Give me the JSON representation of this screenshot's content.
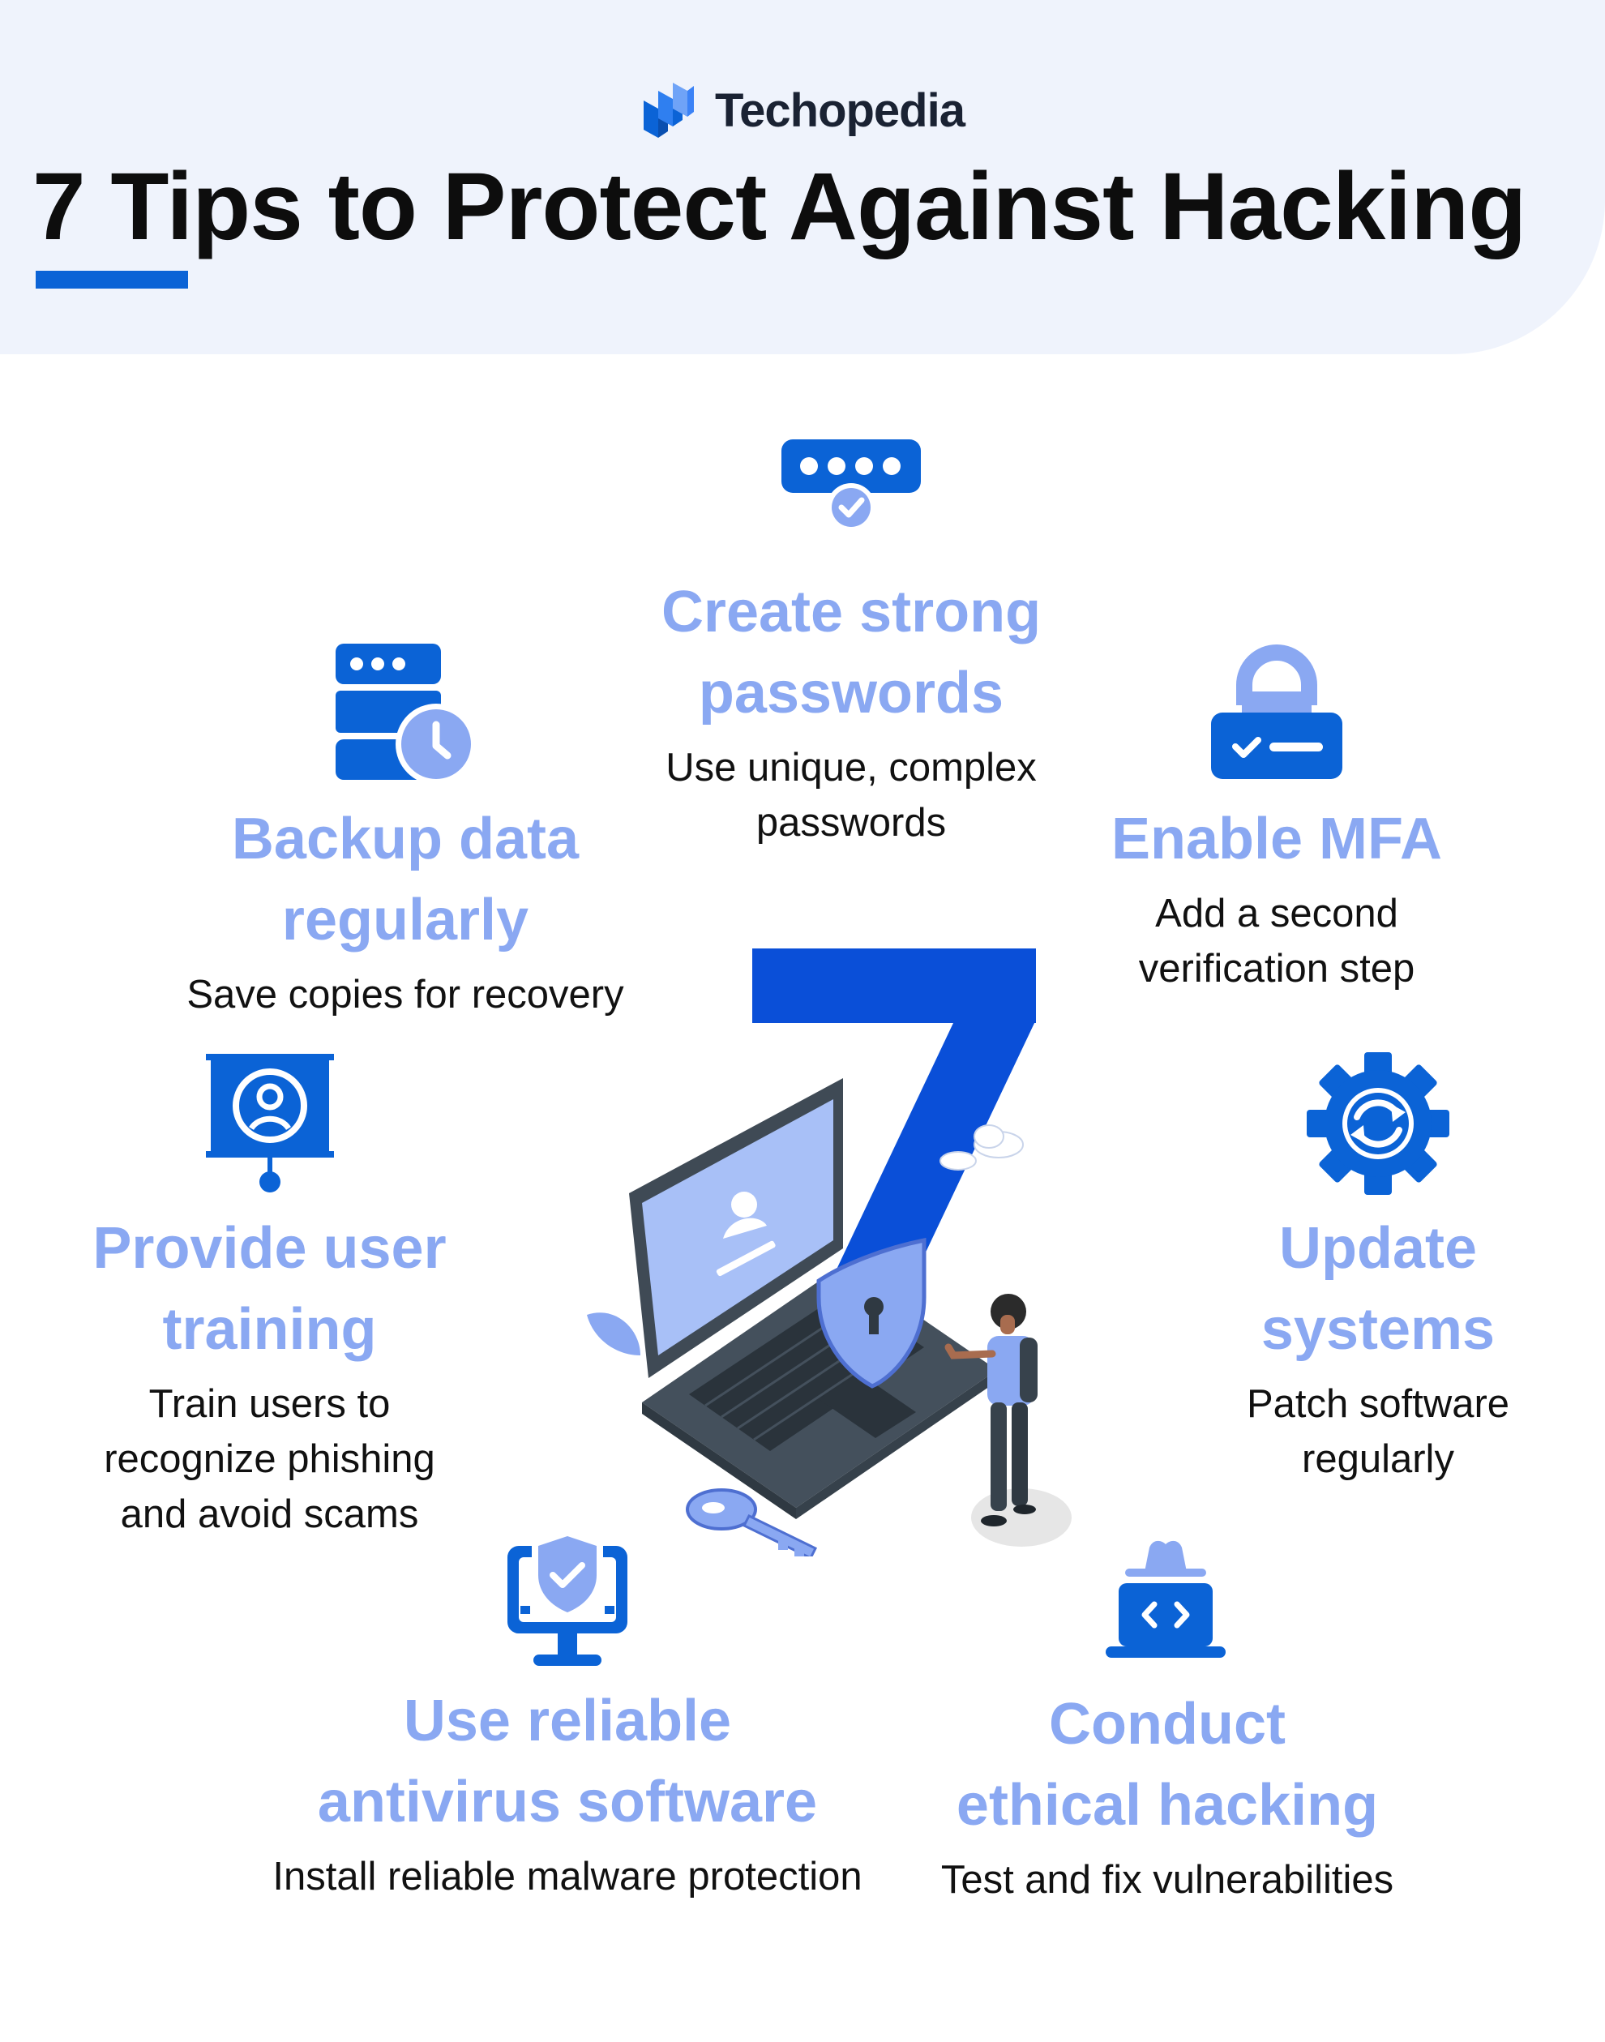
{
  "header": {
    "brand_name": "Techopedia",
    "title": "7 Tips to Protect Against Hacking"
  },
  "colors": {
    "accent_blue": "#0b63d6",
    "light_blue": "#8aa8f2",
    "dark_text": "#111111",
    "header_bg": "#eff3fc"
  },
  "tips": [
    {
      "icon": "password-icon",
      "title_line1": "Create strong",
      "title_line2": "passwords",
      "desc_line1": "Use unique, complex",
      "desc_line2": "passwords"
    },
    {
      "icon": "backup-server-clock-icon",
      "title_line1": "Backup data",
      "title_line2": "regularly",
      "desc_line1": "Save copies for recovery"
    },
    {
      "icon": "lock-icon",
      "title_line1": "Enable MFA",
      "desc_line1": "Add a second",
      "desc_line2": "verification step"
    },
    {
      "icon": "presentation-user-icon",
      "title_line1": "Provide user",
      "title_line2": "training",
      "desc_line1": "Train users to",
      "desc_line2": "recognize phishing",
      "desc_line3": "and avoid scams"
    },
    {
      "icon": "gear-refresh-icon",
      "title_line1": "Update",
      "title_line2": "systems",
      "desc_line1": "Patch software",
      "desc_line2": "regularly"
    },
    {
      "icon": "monitor-shield-icon",
      "title_line1": "Use reliable",
      "title_line2": "antivirus software",
      "desc_line1": "Install reliable malware protection"
    },
    {
      "icon": "hacker-laptop-icon",
      "title_line1": "Conduct",
      "title_line2": "ethical hacking",
      "desc_line1": "Test and fix vulnerabilities"
    }
  ]
}
